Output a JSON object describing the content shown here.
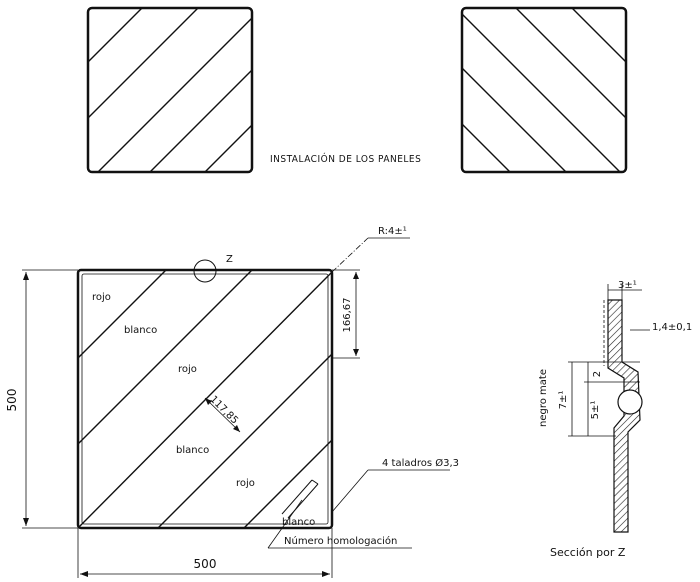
{
  "title": "INSTALACIÓN DE LOS PANELES",
  "main_panel": {
    "labels": {
      "rojo_1": "rojo",
      "blanco_1": "blanco",
      "rojo_2": "rojo",
      "blanco_2": "blanco",
      "rojo_3": "rojo",
      "blanco_3": "blanco"
    },
    "dimensions": {
      "width": "500",
      "height": "500",
      "stripe_offset": "166,67",
      "stripe_width": "117,85",
      "corner_radius": "R:4±¹"
    },
    "callouts": {
      "detail_mark": "Z",
      "holes": "4 taladros Ø3,3",
      "homologation": "Número homologación"
    }
  },
  "section": {
    "caption": "Sección por Z",
    "label_side": "negro mate",
    "dim_top": "3±¹",
    "dim_right": "1,4±0,1",
    "dim_seven": "7±¹",
    "dim_two": "2",
    "dim_five": "5±¹"
  }
}
